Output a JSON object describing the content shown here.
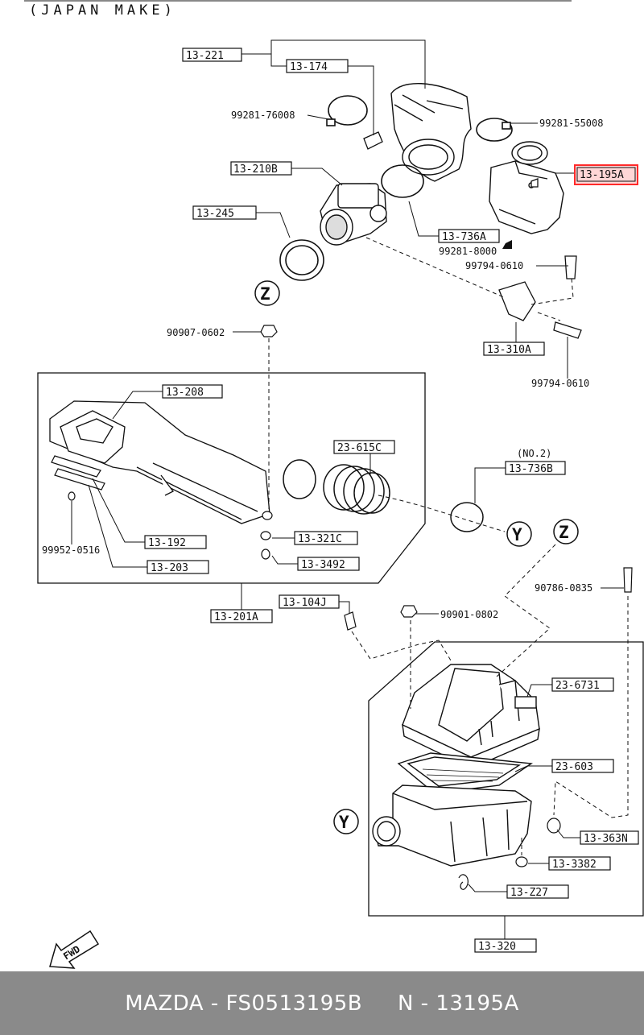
{
  "header": {
    "title": "(JAPAN MAKE)"
  },
  "labels": {
    "l_13_221": "13-221",
    "l_13_174": "13-174",
    "l_13_210b": "13-210B",
    "l_13_245": "13-245",
    "l_13_195a": "13-195A",
    "l_13_736a": "13-736A",
    "l_13_310a": "13-310A",
    "l_13_208": "13-208",
    "l_23_615c": "23-615C",
    "l_no2": "(NO.2)",
    "l_13_736b": "13-736B",
    "l_13_192": "13-192",
    "l_13_203": "13-203",
    "l_13_321c": "13-321C",
    "l_13_3492": "13-3492",
    "l_13_201a": "13-201A",
    "l_13_104j": "13-104J",
    "l_23_6731": "23-6731",
    "l_23_603": "23-603",
    "l_13_363n": "13-363N",
    "l_13_3382": "13-3382",
    "l_13_z27": "13-Z27",
    "l_13_320": "13-320"
  },
  "part_numbers": {
    "p_99281_76008": "99281-76008",
    "p_99281_55008": "99281-55008",
    "p_99281_8000": "99281-8000",
    "p_99794_0610_a": "99794-0610",
    "p_99794_0610_b": "99794-0610",
    "p_90907_0602": "90907-0602",
    "p_99952_0516": "99952-0516",
    "p_90786_0835": "90786-0835",
    "p_90901_0802": "90901-0802"
  },
  "markers": {
    "z1": "Z",
    "z2": "Z",
    "y1": "Y",
    "y2": "Y"
  },
  "fwd": "FWD",
  "highlight_color": "#ff2a2a",
  "footer": {
    "brand_part": "MAZDA - FS0513195B",
    "ref": "N - 13195A"
  }
}
